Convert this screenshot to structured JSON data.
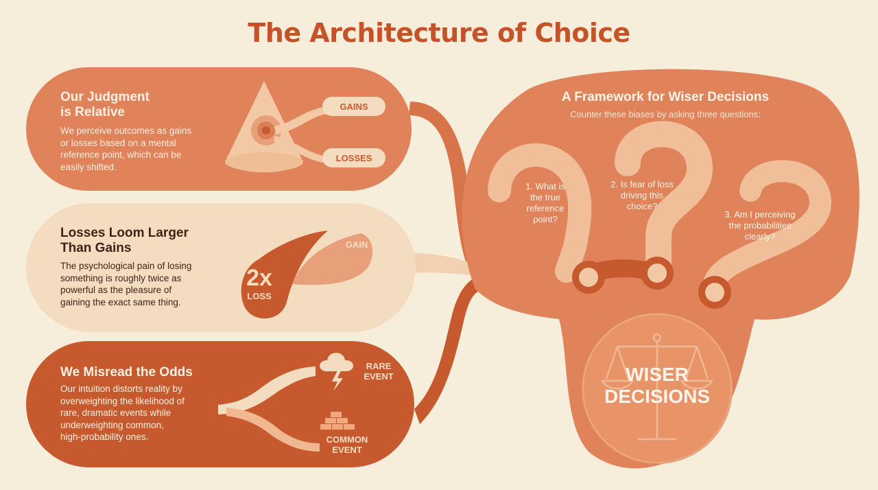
{
  "title": "The Architecture of Choice",
  "panels": {
    "relative": {
      "heading_line1": "Our Judgment",
      "heading_line2": "is Relative",
      "body": [
        "We perceive outcomes as gains",
        "or losses based on a mental",
        "reference point, which can be",
        "easily shifted."
      ],
      "label_gains": "GAINS",
      "label_losses": "LOSSES"
    },
    "losses": {
      "heading_line1": "Losses Loom Larger",
      "heading_line2": "Than Gains",
      "body": [
        "The psychological pain of losing",
        "something is roughly twice as",
        "powerful as the pleasure of",
        "gaining the exact same thing."
      ],
      "multiplier": "2x",
      "label_loss": "LOSS",
      "label_gain": "GAIN"
    },
    "odds": {
      "heading": "We Misread the Odds",
      "body": [
        "Our intuition distorts reality by",
        "overweighting the likelihood of",
        "rare, dramatic events while",
        "underweighting common,",
        "high-probability ones."
      ],
      "rare_line1": "RARE",
      "rare_line2": "EVENT",
      "common_line1": "COMMON",
      "common_line2": "EVENT"
    }
  },
  "framework": {
    "heading": "A Framework for Wiser Decisions",
    "subheading": "Counter these biases by asking three questions:",
    "questions": [
      [
        "1. What is",
        "the true",
        "reference",
        "point?"
      ],
      [
        "2. Is fear of loss",
        "driving this",
        "choice?"
      ],
      [
        "3. Am I perceiving",
        "the probabilities",
        "clearly?"
      ]
    ],
    "result_line1": "WISER",
    "result_line2": "DECISIONS"
  },
  "colors": {
    "background": "#f6eddb",
    "primary_orange": "#e0825a",
    "deep_orange": "#c65a2e",
    "cream": "#f4dcc0",
    "pale_peach": "#f3c8a4",
    "heading_orange": "#c4532a"
  },
  "icons": [
    "cone-icon",
    "target-icon",
    "teardrop-icon",
    "storm-cloud-icon",
    "lightning-icon",
    "gold-bars-icon",
    "question-mark-icon",
    "balance-scale-icon"
  ]
}
